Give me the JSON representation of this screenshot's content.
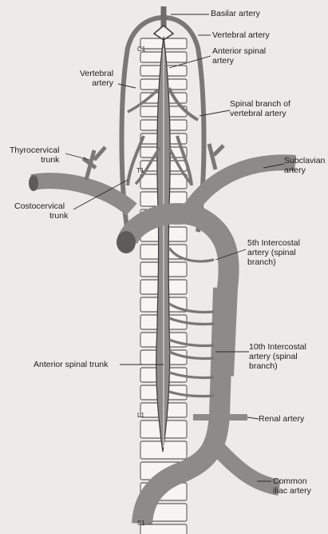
{
  "labels": {
    "basilar": "Basilar artery",
    "vertebral_right": "Vertebral artery",
    "anterior_spinal": [
      "Anterior spinal",
      "artery"
    ],
    "vertebral_left": [
      "Vertebral",
      "artery"
    ],
    "spinal_branch": [
      "Spinal branch of",
      "vertebral artery"
    ],
    "thyrocervical": [
      "Thyrocervical",
      "trunk"
    ],
    "subclavian": [
      "Subclavian",
      "artery"
    ],
    "costocervical": [
      "Costocervical",
      "trunk"
    ],
    "intercostal_5": [
      "5th Intercostal",
      "artery (spinal",
      "branch)"
    ],
    "intercostal_10": [
      "10th Intercostal",
      "artery (spinal",
      "branch)"
    ],
    "anterior_spinal_trunk": "Anterior spinal trunk",
    "renal": "Renal artery",
    "common_iliac": [
      "Common",
      "iliac artery"
    ]
  },
  "levels": {
    "c1": "C1",
    "t1": "T1",
    "l1": "L1",
    "s1": "S1"
  },
  "colors": {
    "artery": "#8d8b88",
    "artery_dark": "#6f6d6a",
    "vertebra": "#f6f5f2",
    "outline": "#3b3b3b",
    "leader": "#2a2a2a"
  }
}
